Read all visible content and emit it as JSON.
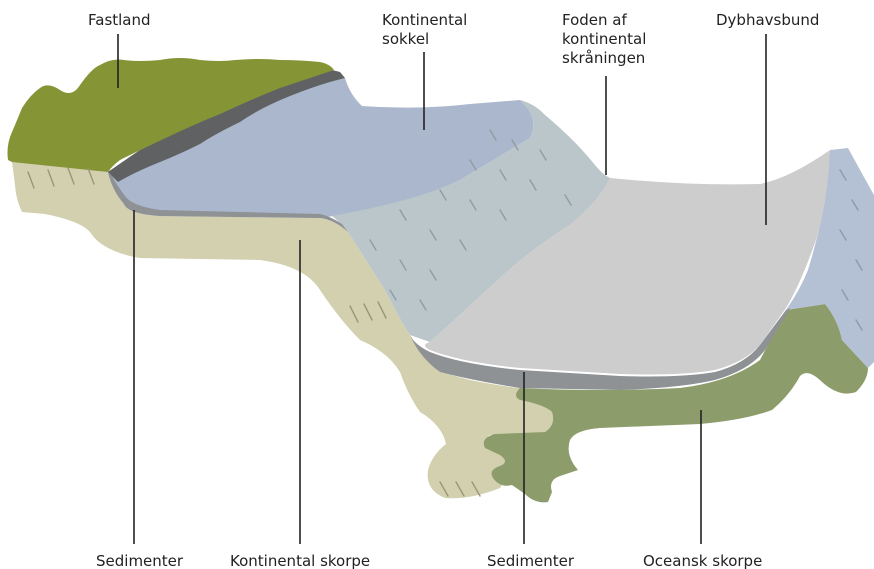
{
  "labels": {
    "fastland": "Fastland",
    "kontinental_sokkel": [
      "Kontinental",
      "sokkel"
    ],
    "foden": [
      "Foden af",
      "kontinental",
      "skråningen"
    ],
    "dybhavsbund": "Dybhavsbund",
    "sedimenter_left": "Sedimenter",
    "kontinental_skorpe": "Kontinental skorpe",
    "sedimenter_mid": "Sedimenter",
    "oceansk_skorpe": "Oceansk skorpe"
  },
  "colors": {
    "land_green": "#859536",
    "dark_band": "#5f6163",
    "shelf_blue": "#aab7cc",
    "slope_bluegray": "#bac6ca",
    "seafloor_gray": "#cdcdcd",
    "sediment_gray": "#8f9295",
    "continental_crust": "#d3d0b0",
    "oceanic_crust": "#8c9c6a",
    "right_blue": "#b4c0d3"
  }
}
